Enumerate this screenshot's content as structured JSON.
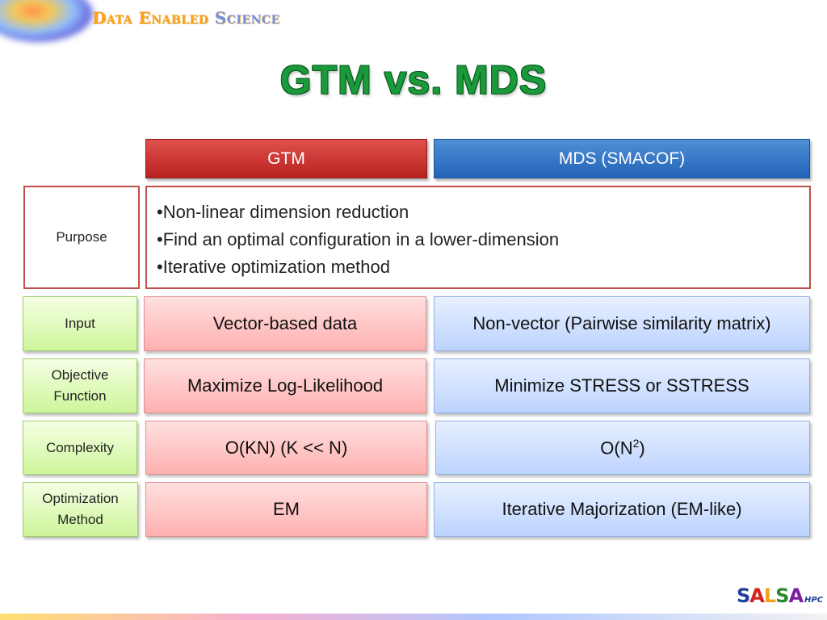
{
  "header": {
    "brand_a": "Data Enabled",
    "brand_b": "Science"
  },
  "title": "GTM vs. MDS",
  "columns": {
    "gtm": "GTM",
    "mds": "MDS (SMACOF)"
  },
  "purpose": {
    "label": "Purpose",
    "items": [
      "Non-linear dimension reduction",
      "Find an optimal configuration in a lower-dimension",
      "Iterative optimization method"
    ]
  },
  "rows": [
    {
      "label": "Input",
      "gtm": "Vector-based data",
      "mds": "Non-vector (Pairwise similarity matrix)"
    },
    {
      "label_line1": "Objective",
      "label_line2": "Function",
      "gtm": "Maximize Log-Likelihood",
      "mds": "Minimize STRESS or SSTRESS"
    },
    {
      "label": "Complexity",
      "gtm": "O(KN) (K << N)",
      "mds_base": "O(N",
      "mds_sup": "2",
      "mds_end": ")"
    },
    {
      "label_line1": "Optimization",
      "label_line2": "Method",
      "gtm": "EM",
      "mds": "Iterative Majorization (EM-like)"
    }
  ],
  "logo": {
    "s1": "S",
    "a1": "A",
    "l1": "L",
    "s2": "S",
    "a2": "A",
    "suffix": "HPC"
  },
  "colors": {
    "title_green": "#1a9a3a",
    "gtm_red": "#c0504d",
    "mds_blue": "#2f6fc4",
    "label_green": "#cdf59a"
  }
}
